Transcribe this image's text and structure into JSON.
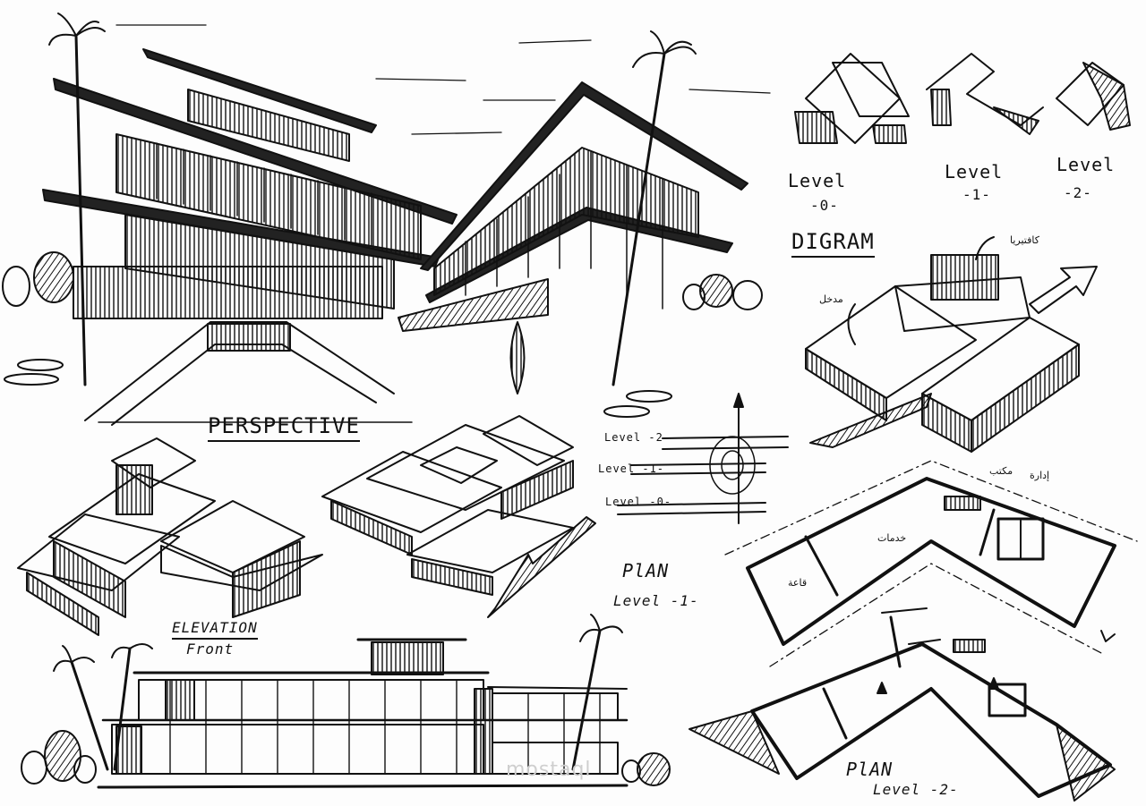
{
  "labels": {
    "perspective": "PERSPECTIVE",
    "digram": "DIGRAM",
    "elevation": "ELEVATION",
    "front": "Front",
    "plan1_title": "PlAN",
    "plan1_level": "Level -1-",
    "plan2_title": "PlAN",
    "plan2_level": "Level -2-",
    "level0": "Level",
    "level0_num": "-0-",
    "level1": "Level",
    "level1_num": "-1-",
    "level2": "Level",
    "level2_num": "-2-",
    "section_l2": "Level -2-",
    "section_l1": "Level -1-",
    "section_l0": "Level -0-"
  },
  "annotations": {
    "a1": "كافتيريا",
    "a2": "مدخل",
    "a3": "قاعة",
    "a4": "خدمات",
    "a5": "مكتب",
    "a6": "إدارة",
    "watermark": "mostaql"
  },
  "colors": {
    "ink": "#111111",
    "paper": "#fdfdfd"
  }
}
